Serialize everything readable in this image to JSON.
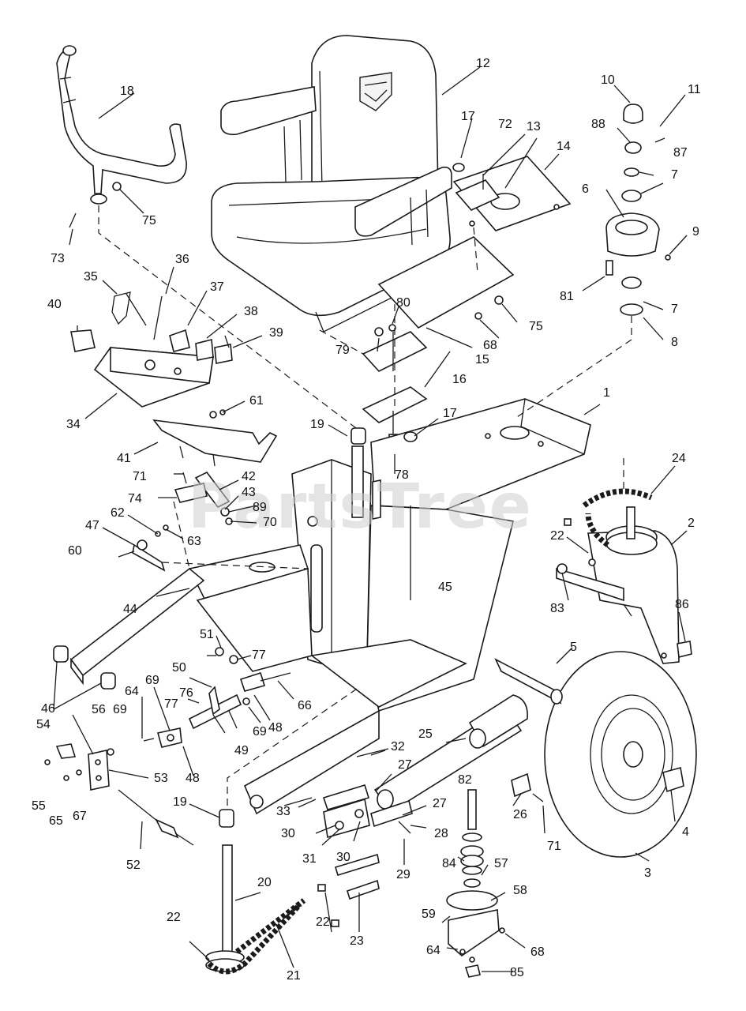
{
  "watermark": "PartsTree",
  "callouts": [
    {
      "id": "c1",
      "text": "1"
    },
    {
      "id": "c2",
      "text": "2"
    },
    {
      "id": "c3",
      "text": "3"
    },
    {
      "id": "c4",
      "text": "4"
    },
    {
      "id": "c5",
      "text": "5"
    },
    {
      "id": "c6",
      "text": "6"
    },
    {
      "id": "c7a",
      "text": "7"
    },
    {
      "id": "c7b",
      "text": "7"
    },
    {
      "id": "c8",
      "text": "8"
    },
    {
      "id": "c9",
      "text": "9"
    },
    {
      "id": "c10",
      "text": "10"
    },
    {
      "id": "c11",
      "text": "11"
    },
    {
      "id": "c12",
      "text": "12"
    },
    {
      "id": "c13",
      "text": "13"
    },
    {
      "id": "c14",
      "text": "14"
    },
    {
      "id": "c15",
      "text": "15"
    },
    {
      "id": "c16",
      "text": "16"
    },
    {
      "id": "c17a",
      "text": "17"
    },
    {
      "id": "c17b",
      "text": "17"
    },
    {
      "id": "c18",
      "text": "18"
    },
    {
      "id": "c19a",
      "text": "19"
    },
    {
      "id": "c19b",
      "text": "19"
    },
    {
      "id": "c20",
      "text": "20"
    },
    {
      "id": "c21",
      "text": "21"
    },
    {
      "id": "c22a",
      "text": "22"
    },
    {
      "id": "c22b",
      "text": "22"
    },
    {
      "id": "c22c",
      "text": "22"
    },
    {
      "id": "c23",
      "text": "23"
    },
    {
      "id": "c24",
      "text": "24"
    },
    {
      "id": "c25",
      "text": "25"
    },
    {
      "id": "c26",
      "text": "26"
    },
    {
      "id": "c27a",
      "text": "27"
    },
    {
      "id": "c27b",
      "text": "27"
    },
    {
      "id": "c28",
      "text": "28"
    },
    {
      "id": "c29",
      "text": "29"
    },
    {
      "id": "c30a",
      "text": "30"
    },
    {
      "id": "c30b",
      "text": "30"
    },
    {
      "id": "c31",
      "text": "31"
    },
    {
      "id": "c32",
      "text": "32"
    },
    {
      "id": "c33",
      "text": "33"
    },
    {
      "id": "c34",
      "text": "34"
    },
    {
      "id": "c35",
      "text": "35"
    },
    {
      "id": "c36",
      "text": "36"
    },
    {
      "id": "c37",
      "text": "37"
    },
    {
      "id": "c38",
      "text": "38"
    },
    {
      "id": "c39",
      "text": "39"
    },
    {
      "id": "c40",
      "text": "40"
    },
    {
      "id": "c41",
      "text": "41"
    },
    {
      "id": "c42",
      "text": "42"
    },
    {
      "id": "c43",
      "text": "43"
    },
    {
      "id": "c44",
      "text": "44"
    },
    {
      "id": "c45",
      "text": "45"
    },
    {
      "id": "c46",
      "text": "46"
    },
    {
      "id": "c47",
      "text": "47"
    },
    {
      "id": "c48a",
      "text": "48"
    },
    {
      "id": "c48b",
      "text": "48"
    },
    {
      "id": "c49",
      "text": "49"
    },
    {
      "id": "c50",
      "text": "50"
    },
    {
      "id": "c51",
      "text": "51"
    },
    {
      "id": "c52",
      "text": "52"
    },
    {
      "id": "c53",
      "text": "53"
    },
    {
      "id": "c54",
      "text": "54"
    },
    {
      "id": "c55",
      "text": "55"
    },
    {
      "id": "c56",
      "text": "56"
    },
    {
      "id": "c57",
      "text": "57"
    },
    {
      "id": "c58",
      "text": "58"
    },
    {
      "id": "c59",
      "text": "59"
    },
    {
      "id": "c60",
      "text": "60"
    },
    {
      "id": "c61",
      "text": "61"
    },
    {
      "id": "c62",
      "text": "62"
    },
    {
      "id": "c63",
      "text": "63"
    },
    {
      "id": "c64a",
      "text": "64"
    },
    {
      "id": "c64b",
      "text": "64"
    },
    {
      "id": "c65",
      "text": "65"
    },
    {
      "id": "c66",
      "text": "66"
    },
    {
      "id": "c67",
      "text": "67"
    },
    {
      "id": "c68a",
      "text": "68"
    },
    {
      "id": "c68b",
      "text": "68"
    },
    {
      "id": "c69a",
      "text": "69"
    },
    {
      "id": "c69b",
      "text": "69"
    },
    {
      "id": "c69c",
      "text": "69"
    },
    {
      "id": "c70",
      "text": "70"
    },
    {
      "id": "c71a",
      "text": "71"
    },
    {
      "id": "c71b",
      "text": "71"
    },
    {
      "id": "c72",
      "text": "72"
    },
    {
      "id": "c73",
      "text": "73"
    },
    {
      "id": "c74",
      "text": "74"
    },
    {
      "id": "c75a",
      "text": "75"
    },
    {
      "id": "c75b",
      "text": "75"
    },
    {
      "id": "c76",
      "text": "76"
    },
    {
      "id": "c77a",
      "text": "77"
    },
    {
      "id": "c77b",
      "text": "77"
    },
    {
      "id": "c78",
      "text": "78"
    },
    {
      "id": "c79",
      "text": "79"
    },
    {
      "id": "c80",
      "text": "80"
    },
    {
      "id": "c81",
      "text": "81"
    },
    {
      "id": "c82",
      "text": "82"
    },
    {
      "id": "c83",
      "text": "83"
    },
    {
      "id": "c84",
      "text": "84"
    },
    {
      "id": "c85",
      "text": "85"
    },
    {
      "id": "c86",
      "text": "86"
    },
    {
      "id": "c87",
      "text": "87"
    },
    {
      "id": "c88",
      "text": "88"
    },
    {
      "id": "c89",
      "text": "89"
    }
  ]
}
